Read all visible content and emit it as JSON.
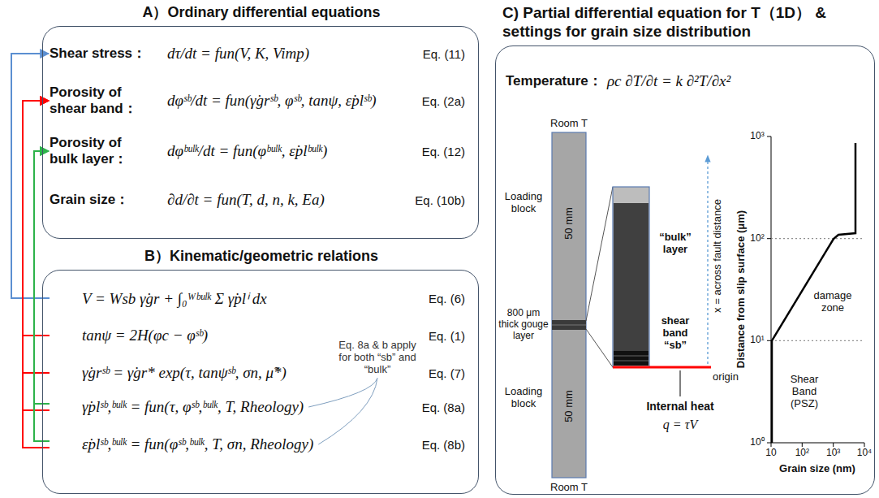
{
  "diagram": {
    "nodes": [
      {
        "text": [
          "A）Ordinary differential equations"
        ]
      },
      {
        "text": [
          "Shear stress：",
          "dτ/dt = fun(V, K, Vimp)",
          "Eq. (11)"
        ],
        "in": 0
      },
      {
        "text": [
          "Porosity of shear band：",
          "dφˢᵇ/dt = fun(γ̇grˢᵇ, φˢᵇ, tanψ, ε̇plˢᵇ)",
          "Eq. (2a)"
        ],
        "in": 0
      },
      {
        "text": [
          "Porosity of bulk layer：",
          "dφᵇᵘˡᵏ/dt = fun(φᵇᵘˡᵏ, ε̇plᵇᵘˡᵏ)",
          "Eq. (12)"
        ],
        "in": 0
      },
      {
        "text": [
          "Grain size：",
          "∂d/∂t = fun(T, d, n, k, Ea)",
          "Eq. (10b)"
        ],
        "in": 0
      },
      {
        "text": [
          "B）Kinematic/geometric relations"
        ]
      },
      {
        "text": [
          "V = Wsb γ̇gr + ∫₀ᵂᵇᵘˡᵏ Σ γ̇plⁱ dx",
          "Eq. (6)"
        ],
        "in": 5
      },
      {
        "text": [
          "tanψ = 2H(φc − φˢᵇ)",
          "Eq. (1)"
        ],
        "in": 5
      },
      {
        "text": [
          "γ̇grˢᵇ = γ̇gr* exp(τ, tanψˢᵇ, σn, μ̃*)",
          "Eq. (7)"
        ],
        "in": 5
      },
      {
        "text": [
          "γ̇plˢᵇ,ᵇᵘˡᵏ = fun(τ, φˢᵇ,ᵇᵘˡᵏ, T, Rheology)",
          "Eq. (8a)"
        ],
        "in": 5
      },
      {
        "text": [
          "ε̇plˢᵇ,ᵇᵘˡᵏ = fun(φˢᵇ,ᵇᵘˡᵏ, T, σn, Rheology)",
          "Eq. (8b)"
        ],
        "in": 5
      },
      {
        "text": [
          "C) Partial differential equation for T（1D） & settings for grain size distribution"
        ]
      },
      {
        "text": [
          "Temperature：",
          "ρc ∂T/∂t = k ∂²T/∂x²"
        ],
        "in": 11
      }
    ],
    "edges": [
      {
        "from": 6,
        "to": 1,
        "arrow": "to"
      },
      {
        "from": 7,
        "to": 2,
        "arrow": "to"
      },
      {
        "from": 8,
        "to": 2,
        "arrow": "to"
      },
      {
        "from": 9,
        "to": 2,
        "arrow": "to"
      },
      {
        "from": 10,
        "to": 2,
        "arrow": "to"
      },
      {
        "from": 9,
        "to": 3,
        "arrow": "to"
      },
      {
        "from": 10,
        "to": 3,
        "arrow": "to"
      }
    ],
    "labels": [
      "Eq. 8a & b apply for both “sb” and “bulk”",
      "Room T",
      "Loading block",
      "50 mm",
      "800 μm thick gouge layer",
      "Loading block",
      "50 mm",
      "Room T",
      "“bulk” layer",
      "shear band “sb”",
      "x = across fault distance",
      "origin",
      "Internal heat",
      "q = τV",
      "Distance from slip surface (μm)",
      "10³",
      "10²",
      "10¹",
      "10⁰",
      "damage zone",
      "Shear Band (PSZ)",
      "10",
      "10²",
      "10³",
      "10⁴",
      "Grain size (nm)"
    ]
  }
}
